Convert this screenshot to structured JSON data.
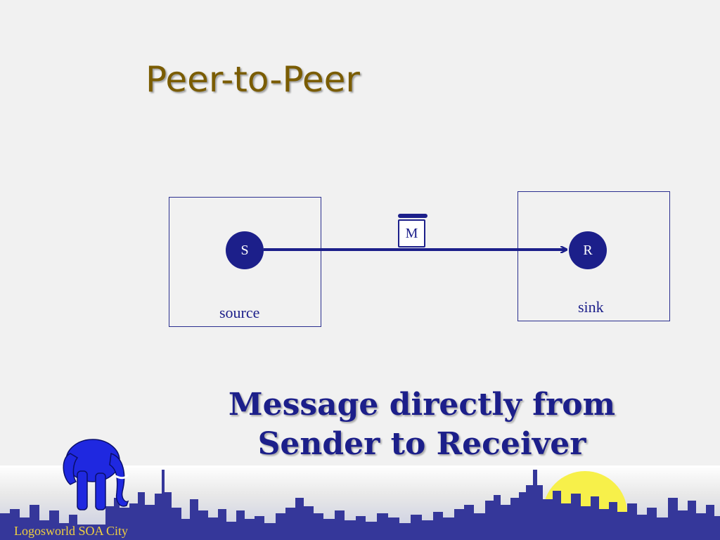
{
  "slide": {
    "title": "Peer-to-Peer",
    "caption_line1": "Message directly from",
    "caption_line2": "Sender to Receiver",
    "footer": "Logosworld SOA City"
  },
  "diagram": {
    "source": {
      "node_label": "S",
      "box_label": "source"
    },
    "sink": {
      "node_label": "R",
      "box_label": "sink"
    },
    "message_label": "M"
  },
  "colors": {
    "title": "#7a5c00",
    "accent": "#1c1f8a",
    "footer_text": "#f0d040",
    "sun": "#f7f04a"
  }
}
